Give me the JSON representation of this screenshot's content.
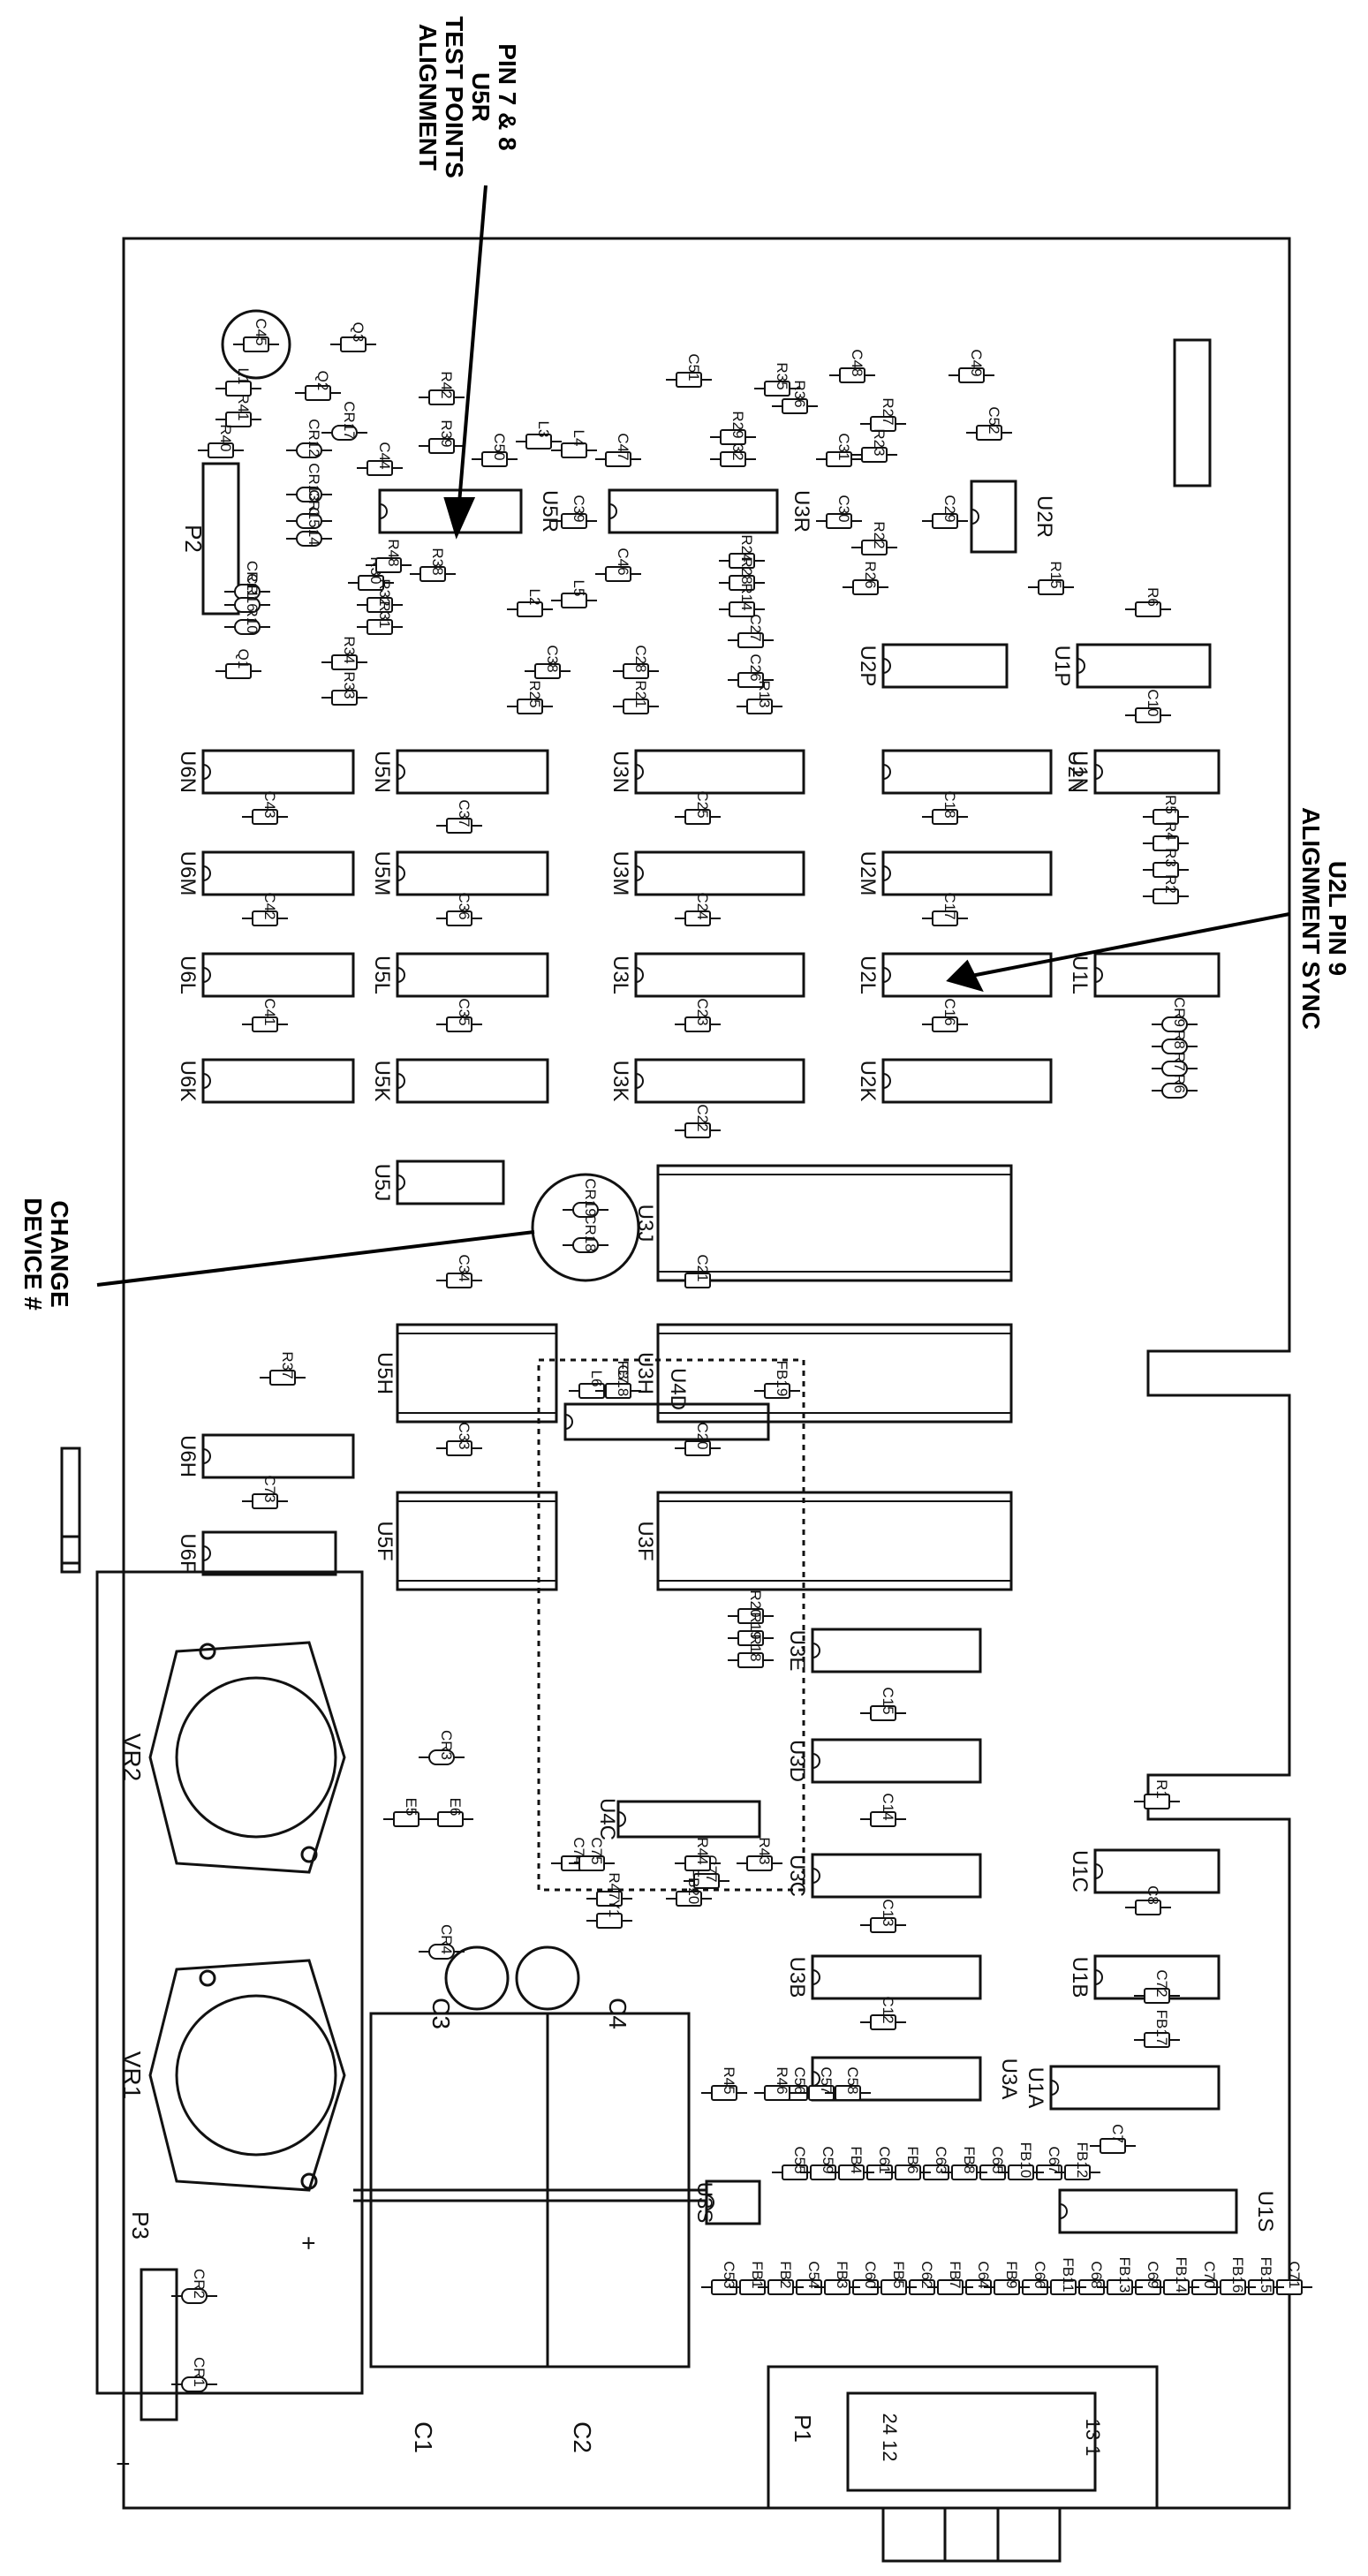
{
  "callouts": {
    "alignment_test_points": {
      "lines": [
        "ALIGNMENT",
        "TEST POINTS",
        "U5R",
        "PIN 7 & 8"
      ]
    },
    "alignment_sync": {
      "lines": [
        "ALIGNMENT SYNC",
        "U2L PIN 9"
      ]
    },
    "device_change": {
      "lines": [
        "DEVICE #",
        "CHANGE"
      ]
    }
  },
  "ics_small": [
    {
      "id": "U6N",
      "label": "U6N"
    },
    {
      "id": "U5N",
      "label": "U5N"
    },
    {
      "id": "U3N",
      "label": "U3N"
    },
    {
      "id": "U2N",
      "label": "U2N"
    },
    {
      "id": "U1N",
      "label": "U1N"
    },
    {
      "id": "U6M",
      "label": "U6M"
    },
    {
      "id": "U5M",
      "label": "U5M"
    },
    {
      "id": "U3M",
      "label": "U3M"
    },
    {
      "id": "U2M",
      "label": "U2M"
    },
    {
      "id": "U6L",
      "label": "U6L"
    },
    {
      "id": "U5L",
      "label": "U5L"
    },
    {
      "id": "U3L",
      "label": "U3L"
    },
    {
      "id": "U2L",
      "label": "U2L"
    },
    {
      "id": "U1L",
      "label": "U1L"
    },
    {
      "id": "U6K",
      "label": "U6K"
    },
    {
      "id": "U5K",
      "label": "U5K"
    },
    {
      "id": "U3K",
      "label": "U3K"
    },
    {
      "id": "U2K",
      "label": "U2K"
    },
    {
      "id": "U5J",
      "label": "U5J"
    },
    {
      "id": "U6H",
      "label": "U6H"
    },
    {
      "id": "U6F",
      "label": "U6F"
    },
    {
      "id": "U2P",
      "label": "U2P"
    },
    {
      "id": "U1P",
      "label": "U1P"
    },
    {
      "id": "U5R",
      "label": "U5R"
    },
    {
      "id": "U3R",
      "label": "U3R"
    },
    {
      "id": "U2R",
      "label": "U2R"
    },
    {
      "id": "U3E",
      "label": "U3E"
    },
    {
      "id": "U3D",
      "label": "U3D"
    },
    {
      "id": "U3C",
      "label": "U3C"
    },
    {
      "id": "U3B",
      "label": "U3B"
    },
    {
      "id": "U3A",
      "label": "U3A"
    },
    {
      "id": "U4D",
      "label": "U4D"
    },
    {
      "id": "U4C",
      "label": "U4C"
    },
    {
      "id": "U1C",
      "label": "U1C"
    },
    {
      "id": "U1B",
      "label": "U1B"
    },
    {
      "id": "U1A",
      "label": "U1A"
    },
    {
      "id": "U1S",
      "label": "U1S"
    },
    {
      "id": "U3S",
      "label": "U3S"
    }
  ],
  "ics_large": [
    {
      "id": "U3J",
      "label": "U3J"
    },
    {
      "id": "U5H",
      "label": "U5H"
    },
    {
      "id": "U3H",
      "label": "U3H"
    },
    {
      "id": "U5F",
      "label": "U5F"
    },
    {
      "id": "U3F",
      "label": "U3F"
    }
  ],
  "passives": [
    "C43",
    "C25",
    "C18",
    "C37",
    "C42",
    "C36",
    "C24",
    "C17",
    "C41",
    "C35",
    "C23",
    "C16",
    "C22",
    "C34",
    "C21",
    "C33",
    "C20",
    "C73",
    "C15",
    "C14",
    "C13",
    "C12",
    "C10",
    "C8",
    "C7",
    "C72",
    "C45",
    "C51",
    "C48",
    "C49",
    "C52",
    "C32",
    "C31",
    "C30",
    "C29",
    "C47",
    "C46",
    "C39",
    "C50",
    "C44",
    "C38",
    "C28",
    "C27",
    "C26",
    "C53",
    "C54",
    "C55",
    "C56",
    "C57",
    "C58",
    "C59",
    "C60",
    "C61",
    "C62",
    "C63",
    "C64",
    "C65",
    "C66",
    "C67",
    "C68",
    "C69",
    "C70",
    "C71",
    "C74",
    "C75",
    "C76",
    "C77",
    "R41",
    "R40",
    "R42",
    "R39",
    "R35",
    "R36",
    "R29",
    "R27",
    "R23",
    "R22",
    "R26",
    "R15",
    "R6",
    "R24",
    "R28",
    "R14",
    "R30",
    "R32",
    "R31",
    "R34",
    "R33",
    "R38",
    "R48",
    "R25",
    "R21",
    "R13",
    "R5",
    "R4",
    "R3",
    "R2",
    "R37",
    "R20",
    "R19",
    "R18",
    "R45",
    "R46",
    "R47",
    "R43",
    "R44",
    "R1",
    "L1",
    "L2",
    "L3",
    "L4",
    "L5",
    "L6",
    "CR1",
    "CR2",
    "CR3",
    "CR4",
    "CR6",
    "CR7",
    "CR8",
    "CR9",
    "CR10",
    "CR11",
    "CR12",
    "CR13",
    "CR14",
    "CR15",
    "CR16",
    "CR17",
    "CR18",
    "CR19",
    "FB1",
    "FB2",
    "FB3",
    "FB4",
    "FB5",
    "FB6",
    "FB7",
    "FB8",
    "FB9",
    "FB10",
    "FB11",
    "FB12",
    "FB13",
    "FB14",
    "FB15",
    "FB16",
    "FB17",
    "FB18",
    "FB19",
    "FB20",
    "Q1",
    "Q2",
    "Q3",
    "Y1",
    "E5",
    "E6"
  ],
  "board_labels": {
    "P1": "P1",
    "P2": "P2",
    "P3": "P3",
    "VR1": "VR1",
    "VR2": "VR2",
    "C1": "C1",
    "C2": "C2",
    "C3": "C3",
    "C4": "C4",
    "pin_24_12": "24 12",
    "pin_13_1": "13   1",
    "plus_1": "+",
    "plus_2": "+"
  }
}
